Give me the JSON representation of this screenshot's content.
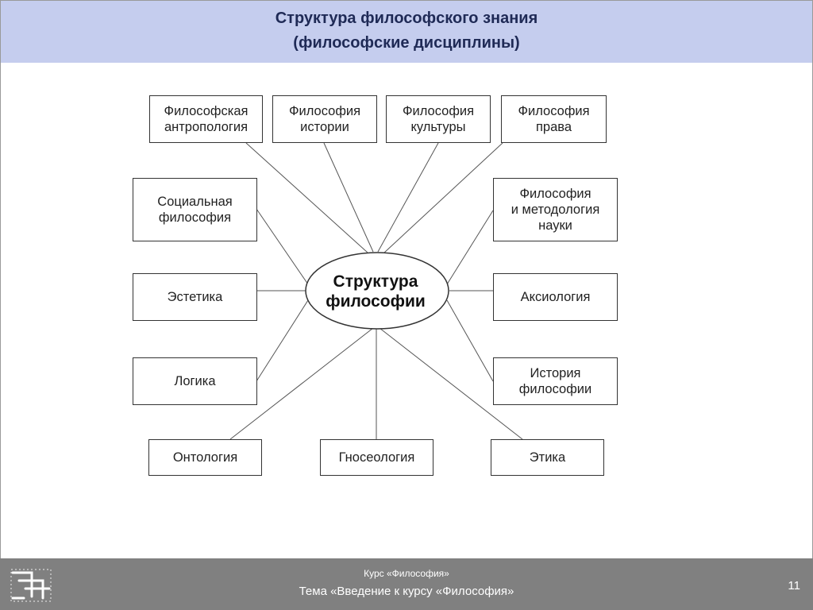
{
  "header": {
    "title_line1": "Структура философского знания",
    "title_line2": "(философские дисциплины)"
  },
  "diagram": {
    "center": "Структура\nфилософии",
    "top_row": [
      {
        "id": "anthropology",
        "label": "Философская\nантропология"
      },
      {
        "id": "history",
        "label": "Философия\nистории"
      },
      {
        "id": "culture",
        "label": "Философия\nкультуры"
      },
      {
        "id": "law",
        "label": "Философия\nправа"
      }
    ],
    "left_column": [
      {
        "id": "social",
        "label": "Социальная\nфилософия"
      },
      {
        "id": "aesthetics",
        "label": "Эстетика"
      },
      {
        "id": "logic",
        "label": "Логика"
      }
    ],
    "right_column": [
      {
        "id": "science",
        "label": "Философия\nи методология\nнауки"
      },
      {
        "id": "axiology",
        "label": "Аксиология"
      },
      {
        "id": "history-of-philosophy",
        "label": "История\nфилософии"
      }
    ],
    "bottom_row": [
      {
        "id": "ontology",
        "label": "Онтология"
      },
      {
        "id": "gnoseology",
        "label": "Гносеология"
      },
      {
        "id": "ethics",
        "label": "Этика"
      }
    ]
  },
  "footer": {
    "course": "Курс «Философия»",
    "topic": "Тема «Введение к курсу «Философия»",
    "page_number": "11"
  },
  "colors": {
    "header_bg": "#c5cdee",
    "header_text": "#1f2a56",
    "footer_bg": "#808080"
  },
  "icons": [
    "institution-logo-icon"
  ]
}
